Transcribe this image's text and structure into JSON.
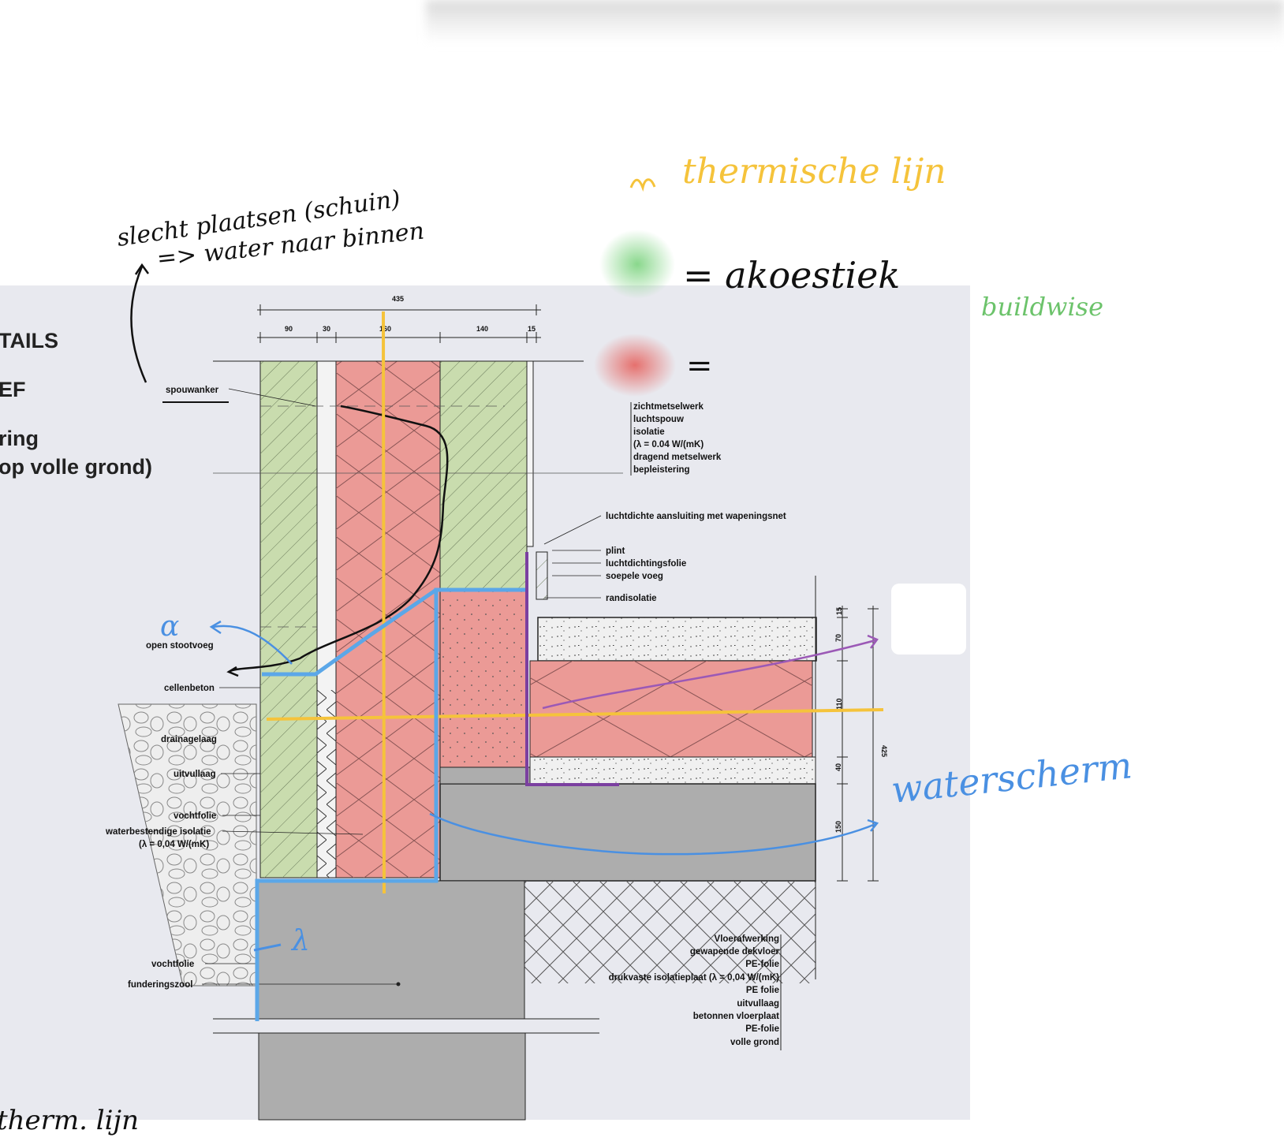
{
  "title_fragments": [
    "TAILS",
    "EF",
    "ring",
    "op volle grond)"
  ],
  "dimensions": {
    "total_top": "435",
    "top_parts": [
      "90",
      "30",
      "160",
      "140",
      "15"
    ],
    "right_parts": [
      "15",
      "70",
      "110",
      "40",
      "150"
    ],
    "right_total": "425"
  },
  "labels_left": {
    "spouwanker": "spouwanker",
    "open_stootvoeg": "open stootvoeg",
    "cellenbeton": "cellenbeton",
    "drainage": "drainagelaag",
    "uitvullaag": "uitvullaag",
    "vochtfolie": "vochtfolie",
    "waterbestendige_isolatie": "waterbestendige isolatie",
    "lambda_left": "(λ = 0,04 W/(mK)",
    "vochtfolie_2": "vochtfolie",
    "funderingszool": "funderingszool"
  },
  "labels_wall": [
    "zichtmetselwerk",
    "luchtspouw",
    "isolatie",
    "(λ = 0.04 W/(mK)",
    "dragend metselwerk",
    "bepleistering"
  ],
  "labels_right": {
    "luchtdichte": "luchtdichte aansluiting met wapeningsnet",
    "plint": "plint",
    "luchtdichtingsfolie": "luchtdichtingsfolie",
    "soepele_voeg": "soepele voeg",
    "randisolatie": "randisolatie"
  },
  "labels_floor": [
    "Vloerafwerking",
    "gewapende dekvloer",
    "PE-folie",
    "drukvaste isolatieplaat (λ = 0,04 W/(mK)",
    "PE folie",
    "uitvullaag",
    "betonnen vloerplaat",
    "PE-folie",
    "volle grond"
  ],
  "annotations": {
    "note_line1": "slecht plaatsen (schuin)",
    "note_line2": "=> water naar binnen",
    "thermal_legend": "thermische lijn",
    "acoustic_legend": "= akoestiek",
    "red_legend": "=",
    "buildwise": "buildwise",
    "waterscherm": "waterscherm",
    "alpha": "α",
    "lambda_hand": "λ",
    "bottom_note": "therm. lijn"
  },
  "colors": {
    "thermal": "#f5c33b",
    "acoustic": "#7cd37f",
    "red_zone": "#e6635f",
    "water": "#4a90e2",
    "vapor": "#7b3fa0",
    "buildwise": "#6cc36b"
  }
}
